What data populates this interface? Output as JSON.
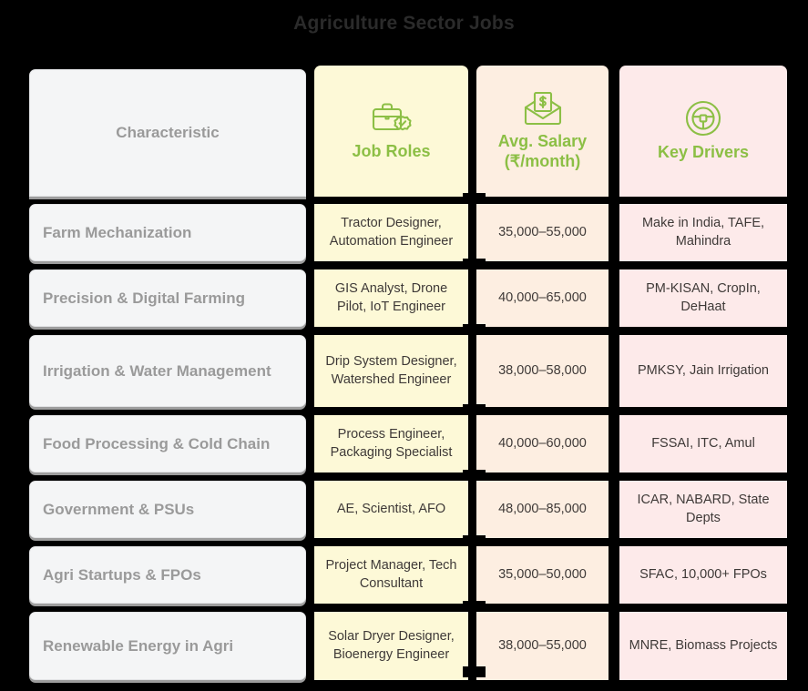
{
  "title": "Agriculture Sector Jobs",
  "theme": {
    "background": "#000000",
    "title_color": "#2b2b2b",
    "header_text": "#8cbf45",
    "char_cell_bg": "#f4f5f6",
    "char_text": "#9a9a9a",
    "job_bg": "#fdf9d7",
    "salary_bg": "#fdeee1",
    "driver_bg": "#fdeaea",
    "body_text": "#3f3a38",
    "divider": "#000000"
  },
  "columns": [
    {
      "key": "characteristic",
      "header": "Characteristic",
      "icon": null
    },
    {
      "key": "job_roles",
      "header": "Job Roles",
      "icon": "briefcase-check-icon"
    },
    {
      "key": "avg_salary",
      "header": "Avg. Salary\n(₹/month)",
      "header_line1": "Avg. Salary",
      "header_line2": "(₹/month)",
      "icon": "salary-envelope-icon"
    },
    {
      "key": "key_drivers",
      "header": "Key Drivers",
      "icon": "steering-wheel-icon"
    }
  ],
  "rows": [
    {
      "characteristic": "Farm Mechanization",
      "job_roles": "Tractor Designer, Automation Engineer",
      "avg_salary": "35,000–55,000",
      "key_drivers": "Make in India, TAFE, Mahindra"
    },
    {
      "characteristic": "Precision & Digital Farming",
      "job_roles": "GIS Analyst, Drone Pilot, IoT Engineer",
      "avg_salary": "40,000–65,000",
      "key_drivers": "PM-KISAN, CropIn, DeHaat"
    },
    {
      "characteristic": "Irrigation & Water Management",
      "job_roles": "Drip System Designer, Watershed Engineer",
      "avg_salary": "38,000–58,000",
      "key_drivers": "PMKSY, Jain Irrigation"
    },
    {
      "characteristic": "Food Processing & Cold Chain",
      "job_roles": "Process Engineer, Packaging Specialist",
      "avg_salary": "40,000–60,000",
      "key_drivers": "FSSAI, ITC, Amul"
    },
    {
      "characteristic": "Government & PSUs",
      "job_roles": "AE, Scientist, AFO",
      "avg_salary": "48,000–85,000",
      "key_drivers": "ICAR, NABARD, State Depts"
    },
    {
      "characteristic": "Agri Startups & FPOs",
      "job_roles": "Project Manager, Tech Consultant",
      "avg_salary": "35,000–50,000",
      "key_drivers": "SFAC, 10,000+ FPOs"
    },
    {
      "characteristic": "Renewable Energy in Agri",
      "job_roles": "Solar Dryer Designer, Bioenergy Engineer",
      "avg_salary": "38,000–55,000",
      "key_drivers": "MNRE, Biomass Projects"
    }
  ]
}
